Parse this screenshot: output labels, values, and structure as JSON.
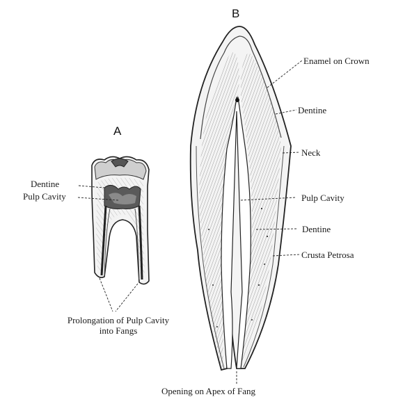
{
  "figure": {
    "letter_a": "A",
    "letter_b": "B",
    "labels_a": {
      "dentine": "Dentine",
      "pulp_cavity": "Pulp Cavity",
      "prolongation_line1": "Prolongation of Pulp Cavity",
      "prolongation_line2": "into Fangs"
    },
    "labels_b": {
      "enamel": "Enamel on Crown",
      "dentine_upper": "Dentine",
      "neck": "Neck",
      "pulp_cavity": "Pulp Cavity",
      "dentine_lower": "Dentine",
      "crusta": "Crusta Petrosa",
      "opening": "Opening on Apex of Fang"
    }
  }
}
